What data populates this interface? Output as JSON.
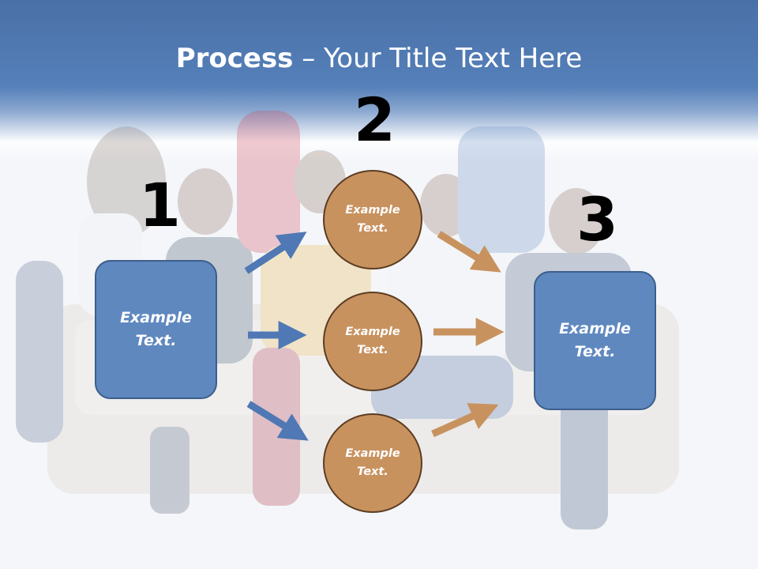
{
  "title": {
    "bold": "Process",
    "rest": " – Your Title Text Here"
  },
  "steps": [
    {
      "number": "1",
      "text": "Example\nText."
    },
    {
      "number": "2",
      "items": [
        "Example\nText.",
        "Example\nText.",
        "Example\nText."
      ]
    },
    {
      "number": "3",
      "text": "Example\nText."
    }
  ],
  "colors": {
    "header": "#5580b9",
    "box": "#5f88bf",
    "circle": "#c8925f",
    "arrow_blue": "#4f78b4",
    "arrow_orange": "#c8925f"
  }
}
